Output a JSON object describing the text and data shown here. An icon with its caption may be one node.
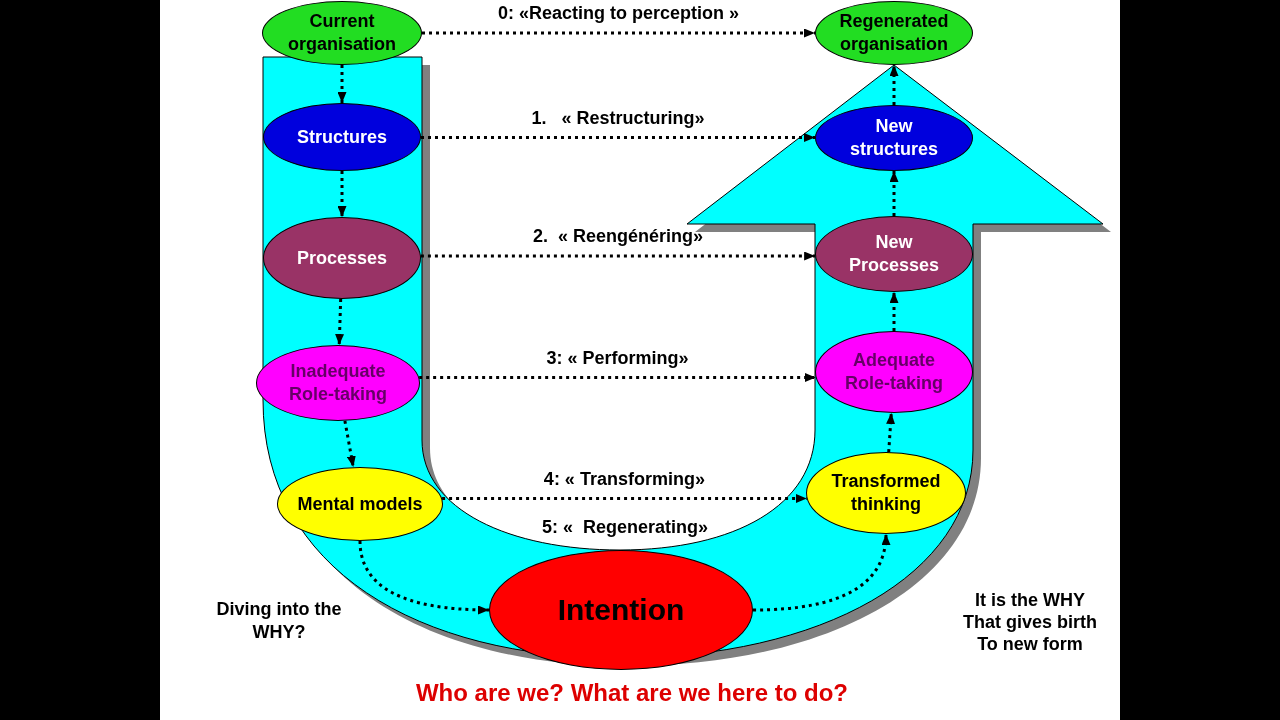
{
  "diagram": {
    "nodes": [
      {
        "text": [
          "Current organisation"
        ]
      },
      {
        "text": [
          "Regenerated organisation"
        ]
      },
      {
        "text": [
          "Structures"
        ]
      },
      {
        "text": [
          "New structures"
        ]
      },
      {
        "text": [
          "Processes"
        ]
      },
      {
        "text": [
          "New Processes"
        ]
      },
      {
        "text": [
          "Inadequate Role-taking"
        ]
      },
      {
        "text": [
          "Adequate Role-taking"
        ]
      },
      {
        "text": [
          "Mental models"
        ]
      },
      {
        "text": [
          "Transformed thinking"
        ]
      },
      {
        "text": [
          "Intention"
        ]
      }
    ],
    "edges": [
      {
        "from": 0,
        "to": 1,
        "arrow": "to",
        "label": "0: «Reacting to perception »"
      },
      {
        "from": 2,
        "to": 3,
        "arrow": "to",
        "label": "1.   « Restructuring»"
      },
      {
        "from": 4,
        "to": 5,
        "arrow": "to",
        "label": "2.  « Reengénéring»"
      },
      {
        "from": 6,
        "to": 7,
        "arrow": "to",
        "label": "3: « Performing»"
      },
      {
        "from": 8,
        "to": 9,
        "arrow": "to",
        "label": "4: « Transforming»"
      },
      {
        "from": 0,
        "to": 2,
        "arrow": "to"
      },
      {
        "from": 2,
        "to": 4,
        "arrow": "to"
      },
      {
        "from": 4,
        "to": 6,
        "arrow": "to"
      },
      {
        "from": 6,
        "to": 8,
        "arrow": "to"
      },
      {
        "from": 8,
        "to": 10,
        "arrow": "to"
      },
      {
        "from": 10,
        "to": 9,
        "arrow": "to"
      },
      {
        "from": 9,
        "to": 7,
        "arrow": "to"
      },
      {
        "from": 7,
        "to": 5,
        "arrow": "to"
      },
      {
        "from": 5,
        "to": 3,
        "arrow": "to"
      },
      {
        "from": 3,
        "to": 1,
        "arrow": "to"
      }
    ],
    "labels": [
      "5: «  Regenerating»",
      "Diving into the WHY?",
      "It is the WHY That gives birth To new form",
      "Who are we? What are we here to do?"
    ]
  }
}
